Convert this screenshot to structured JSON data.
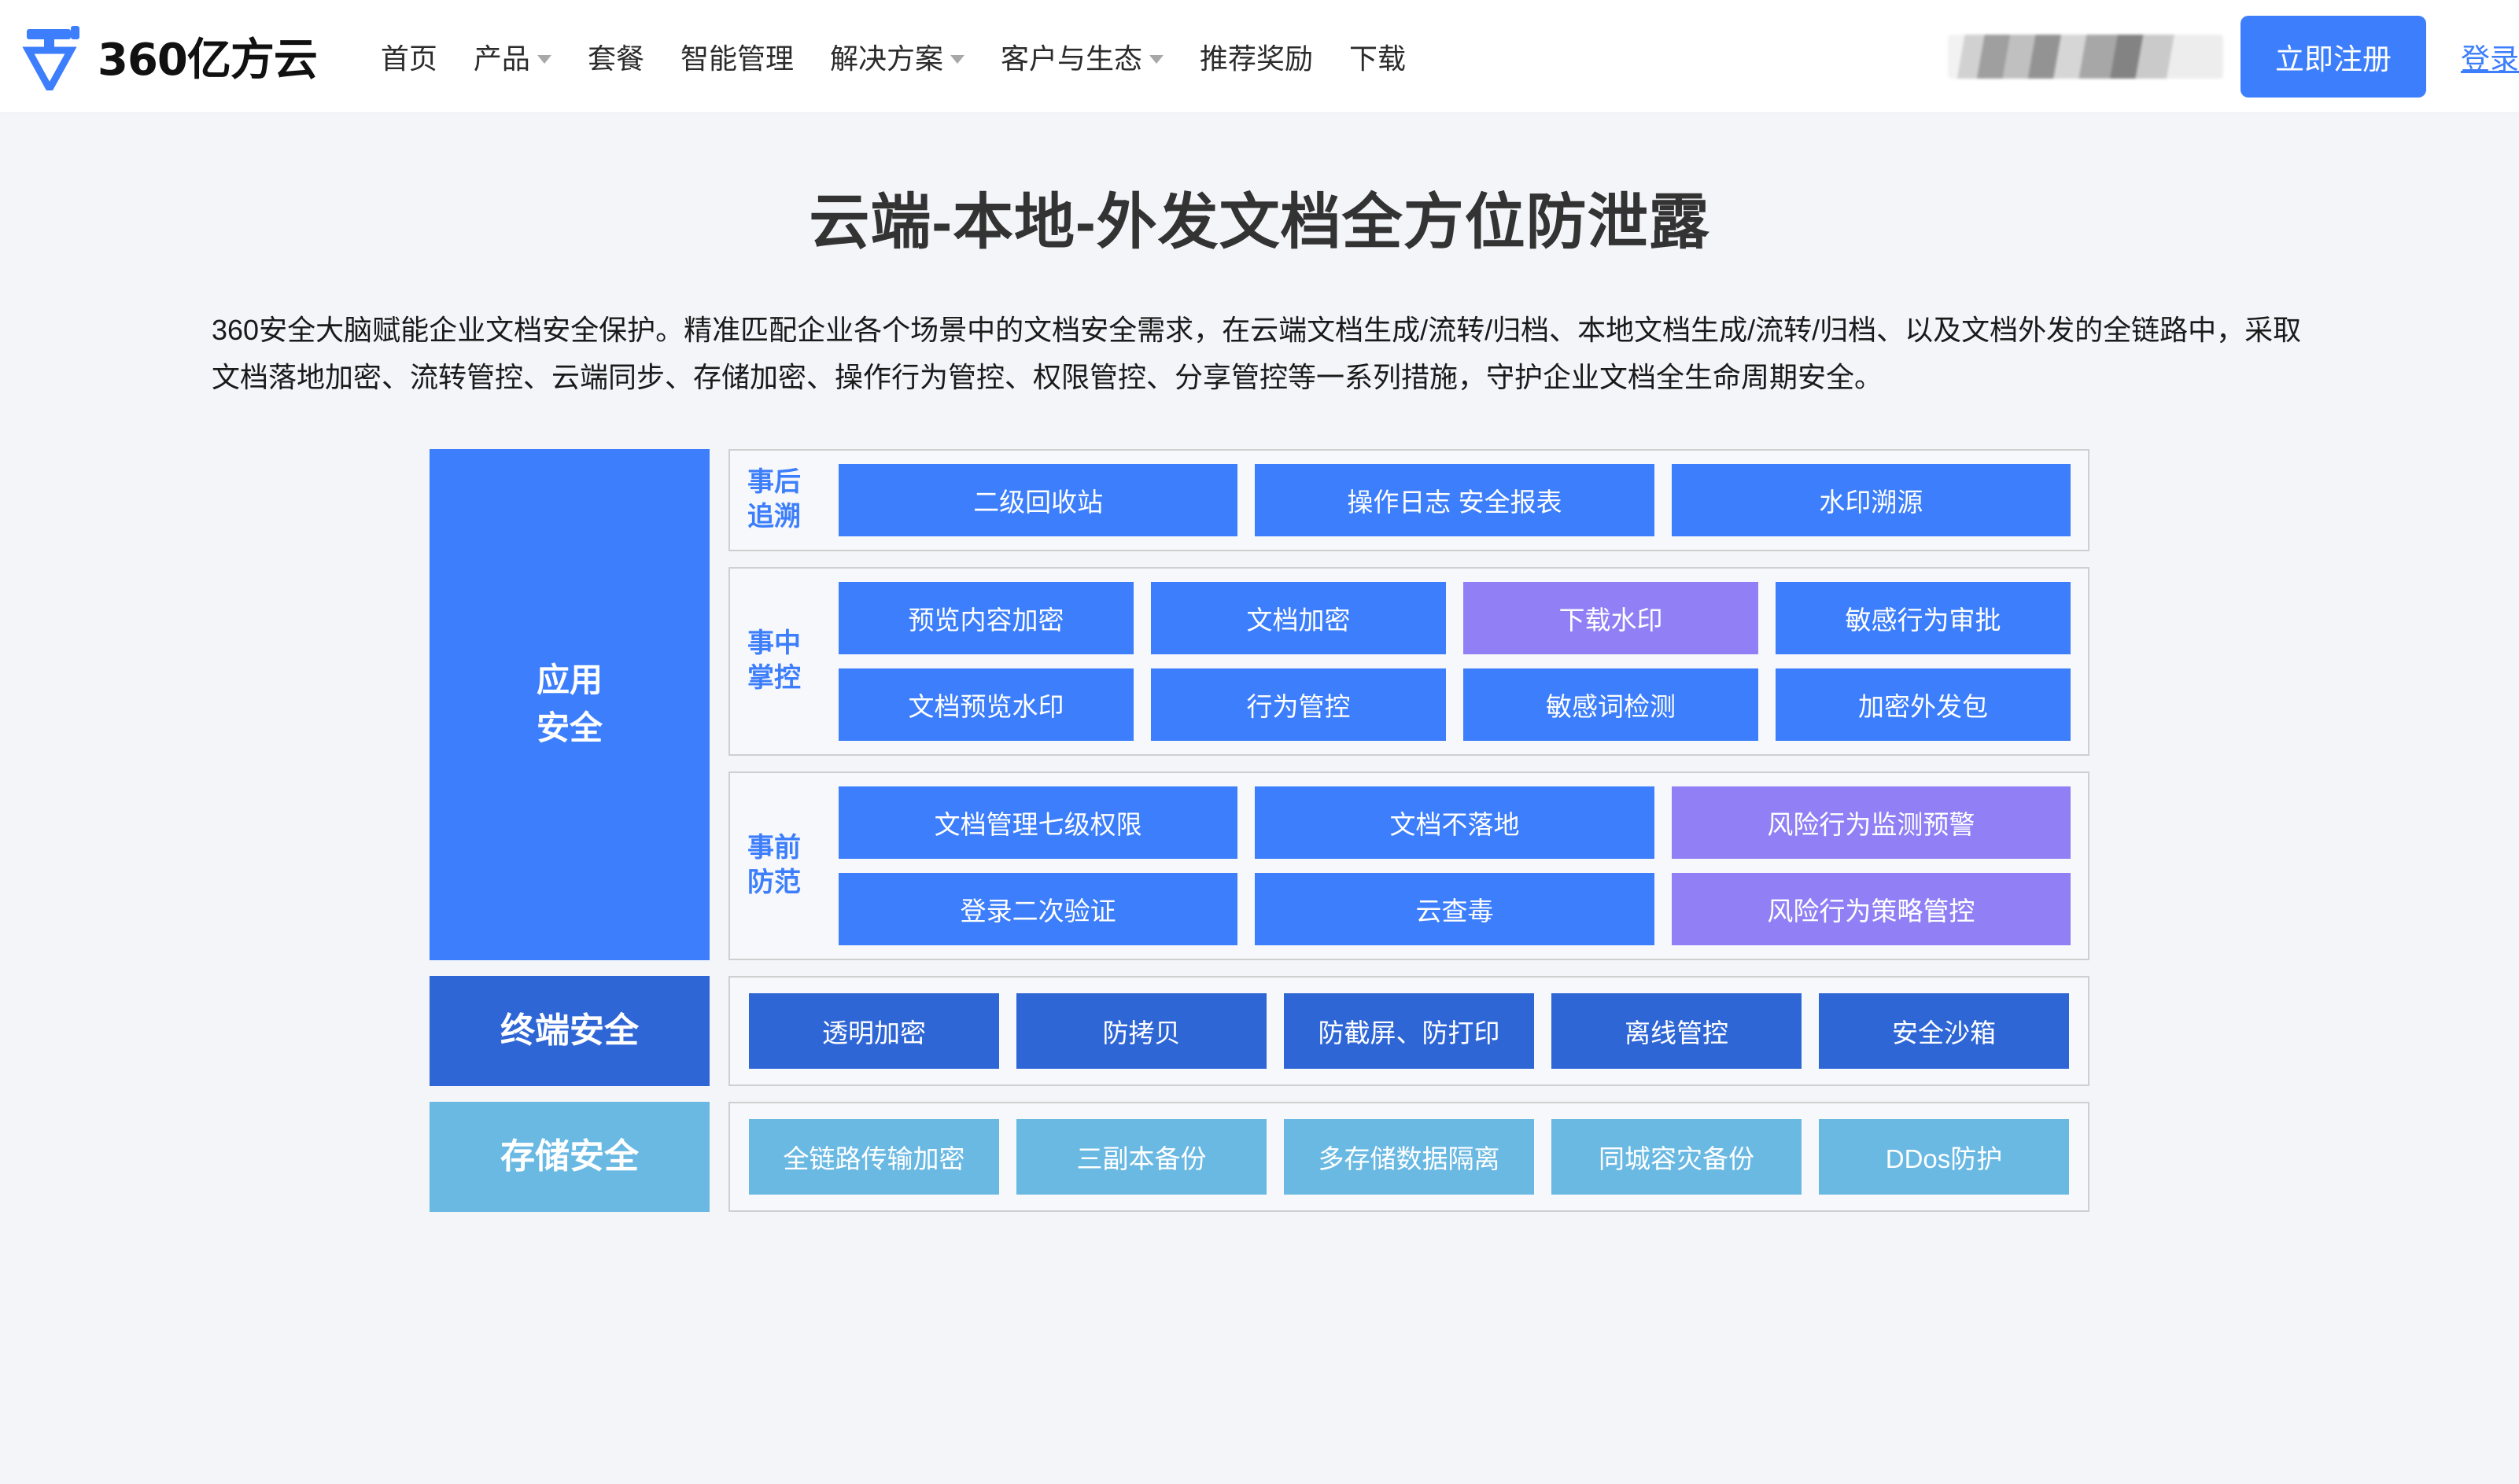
{
  "header": {
    "logo_text": "360亿方云",
    "nav": [
      {
        "label": "首页",
        "has_dropdown": false
      },
      {
        "label": "产品",
        "has_dropdown": true
      },
      {
        "label": "套餐",
        "has_dropdown": false
      },
      {
        "label": "智能管理",
        "has_dropdown": false
      },
      {
        "label": "解决方案",
        "has_dropdown": true
      },
      {
        "label": "客户与生态",
        "has_dropdown": true
      },
      {
        "label": "推荐奖励",
        "has_dropdown": false
      },
      {
        "label": "下载",
        "has_dropdown": false
      }
    ],
    "register_label": "立即注册",
    "login_label": "登录",
    "accent_color": "#3c7efb"
  },
  "hero": {
    "title": "云端-本地-外发文档全方位防泄露",
    "description": "360安全大脑赋能企业文档安全保护。精准匹配企业各个场景中的文档安全需求，在云端文档生成/流转/归档、本地文档生成/流转/归档、以及文档外发的全链路中，采取文档落地加密、流转管控、云端同步、存储加密、操作行为管控、权限管控、分享管控等一系列措施，守护企业文档全生命周期安全。"
  },
  "diagram": {
    "colors": {
      "blue": "#3c7efb",
      "purple": "#9180f5",
      "dark_blue": "#2f66d6",
      "light_blue": "#6ab9e3",
      "border": "#cfcfcf"
    },
    "tiers": [
      {
        "label": "应用\n安全",
        "label_line1": "应用",
        "label_line2": "安全",
        "label_color": "#3c7efb",
        "groups": [
          {
            "label_line1": "事后",
            "label_line2": "追溯",
            "rows": [
              [
                {
                  "text": "二级回收站",
                  "color": "blue"
                },
                {
                  "text": "操作日志   安全报表",
                  "color": "blue"
                },
                {
                  "text": "水印溯源",
                  "color": "blue"
                }
              ]
            ]
          },
          {
            "label_line1": "事中",
            "label_line2": "掌控",
            "rows": [
              [
                {
                  "text": "预览内容加密",
                  "color": "blue"
                },
                {
                  "text": "文档加密",
                  "color": "blue"
                },
                {
                  "text": "下载水印",
                  "color": "purple"
                },
                {
                  "text": "敏感行为审批",
                  "color": "blue"
                }
              ],
              [
                {
                  "text": "文档预览水印",
                  "color": "blue"
                },
                {
                  "text": "行为管控",
                  "color": "blue"
                },
                {
                  "text": "敏感词检测",
                  "color": "blue"
                },
                {
                  "text": "加密外发包",
                  "color": "blue"
                }
              ]
            ]
          },
          {
            "label_line1": "事前",
            "label_line2": "防范",
            "rows": [
              [
                {
                  "text": "文档管理七级权限",
                  "color": "blue"
                },
                {
                  "text": "文档不落地",
                  "color": "blue"
                },
                {
                  "text": "风险行为监测预警",
                  "color": "purple"
                }
              ],
              [
                {
                  "text": "登录二次验证",
                  "color": "blue"
                },
                {
                  "text": "云查毒",
                  "color": "blue"
                },
                {
                  "text": "风险行为策略管控",
                  "color": "purple"
                }
              ]
            ]
          }
        ]
      },
      {
        "label_line1": "终端安全",
        "label_line2": "",
        "label_color": "#2f66d6",
        "flat_cells": [
          {
            "text": "透明加密",
            "color": "dark"
          },
          {
            "text": "防拷贝",
            "color": "dark"
          },
          {
            "text": "防截屏、防打印",
            "color": "dark"
          },
          {
            "text": "离线管控",
            "color": "dark"
          },
          {
            "text": "安全沙箱",
            "color": "dark"
          }
        ]
      },
      {
        "label_line1": "存储安全",
        "label_line2": "",
        "label_color": "#6ab9e3",
        "flat_cells": [
          {
            "text": "全链路传输加密",
            "color": "light"
          },
          {
            "text": "三副本备份",
            "color": "light"
          },
          {
            "text": "多存储数据隔离",
            "color": "light"
          },
          {
            "text": "同城容灾备份",
            "color": "light"
          },
          {
            "text": "DDos防护",
            "color": "light"
          }
        ]
      }
    ]
  }
}
